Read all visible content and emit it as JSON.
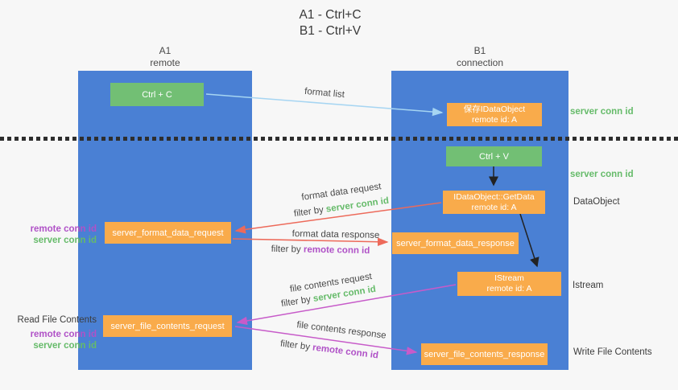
{
  "title": {
    "line1": "A1 - Ctrl+C",
    "line2": "B1 - Ctrl+V"
  },
  "colors": {
    "background": "#f7f7f7",
    "column_blue": "#4a80d4",
    "box_green": "#72bf74",
    "box_orange": "#f9ab4b",
    "arrow_light_blue": "#a6d5f2",
    "arrow_red": "#ed6a5a",
    "arrow_magenta": "#c75bc9",
    "arrow_black": "#222222",
    "text_green": "#66bb6a",
    "text_purple": "#b052c7"
  },
  "columns": {
    "left": {
      "title": "A1",
      "subtitle": "remote"
    },
    "right": {
      "title": "B1",
      "subtitle": "connection"
    }
  },
  "nodes": {
    "ctrl_c": {
      "label": "Ctrl + C"
    },
    "save_dataobject": {
      "line1": "保存IDataObject",
      "line2": "remote id: A"
    },
    "ctrl_v": {
      "label": "Ctrl + V"
    },
    "getdata": {
      "line1": "IDataObject::GetData",
      "line2": "remote id: A"
    },
    "istream": {
      "line1": "IStream",
      "line2": "remote id: A"
    },
    "server_format_data_request": {
      "label": "server_format_data_request"
    },
    "server_format_data_response": {
      "label": "server_format_data_response"
    },
    "server_file_contents_request": {
      "label": "server_file_contents_request"
    },
    "server_file_contents_response": {
      "label": "server_file_contents_response"
    }
  },
  "edge_labels": {
    "format_list": "format list",
    "format_data_request": "format data request",
    "format_data_response": "format data response",
    "file_contents_request": "file contents request",
    "file_contents_response": "file contents response",
    "filter_by": "filter by "
  },
  "terms": {
    "server_conn_id": "server conn id",
    "remote_conn_id": "remote conn id"
  },
  "side_labels": {
    "right_server_conn_id_top": "server conn id",
    "right_server_conn_id_mid": "server conn id",
    "dataobject": "DataObject",
    "istream": "Istream",
    "write_file_contents": "Write File Contents",
    "left_remote_conn_id_1": "remote conn id",
    "left_server_conn_id_1": "server conn id",
    "read_file_contents": "Read File Contents",
    "left_remote_conn_id_2": "remote conn id",
    "left_server_conn_id_2": "server conn id"
  }
}
